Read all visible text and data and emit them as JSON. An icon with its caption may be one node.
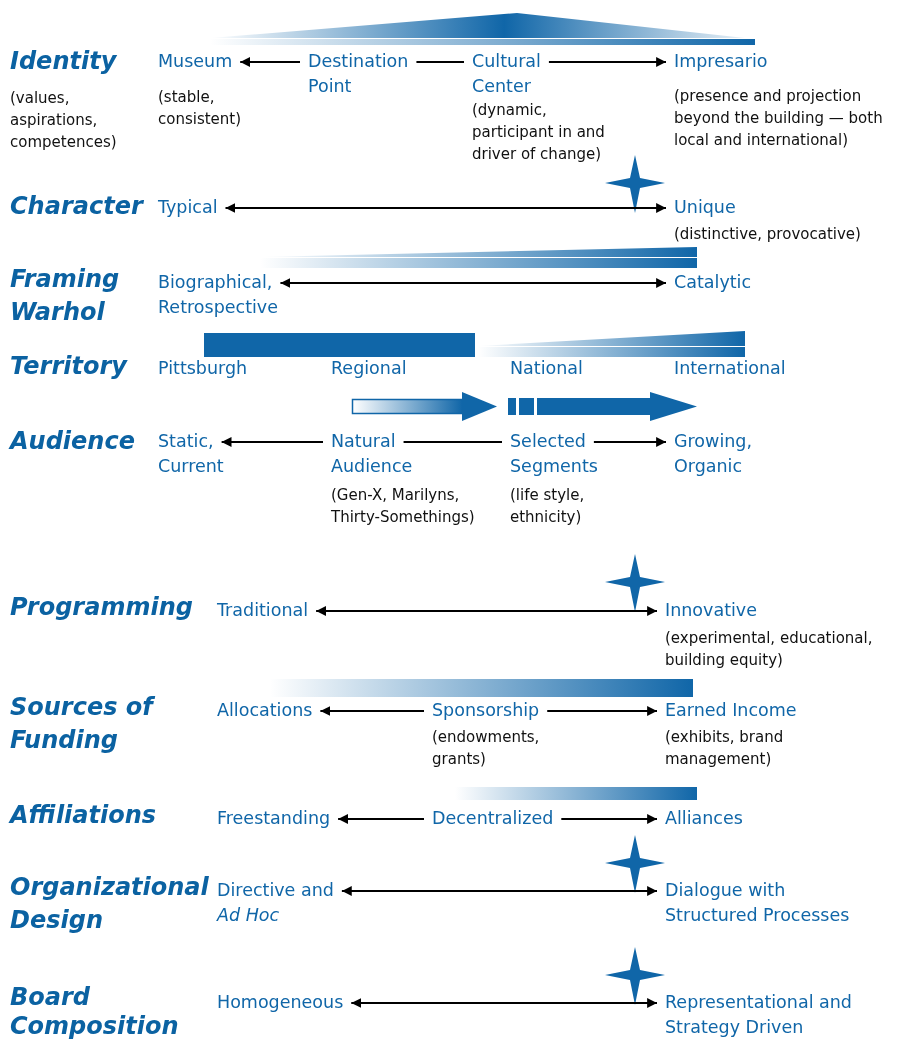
{
  "diagram": {
    "nodes": [
      {
        "text": [
          "Museum"
        ],
        "beside": [
          "(stable, consistent)"
        ]
      },
      {
        "text": [
          "Destination Point"
        ]
      },
      {
        "text": [
          "Cultural Center"
        ],
        "beside": [
          "(dynamic, participant in and driver of change)"
        ]
      },
      {
        "text": [
          "Impresario"
        ],
        "beside": [
          "(presence and projection beyond the building — both local and international)"
        ]
      },
      {
        "text": [
          "Typical"
        ]
      },
      {
        "text": [
          "Unique"
        ],
        "beside": [
          "(distinctive, provocative)"
        ]
      },
      {
        "text": [
          "Biographical, Retrospective"
        ]
      },
      {
        "text": [
          "Catalytic"
        ]
      },
      {
        "text": [
          "Static, Current"
        ]
      },
      {
        "text": [
          "Natural Audience"
        ],
        "beside": [
          "(Gen-X, Marilyns, Thirty-Somethings)"
        ]
      },
      {
        "text": [
          "Selected Segments"
        ],
        "beside": [
          "(life style, ethnicity)"
        ]
      },
      {
        "text": [
          "Growing, Organic"
        ]
      },
      {
        "text": [
          "Traditional"
        ]
      },
      {
        "text": [
          "Innovative"
        ],
        "beside": [
          "(experimental, educational, building equity)"
        ]
      },
      {
        "text": [
          "Allocations"
        ]
      },
      {
        "text": [
          "Sponsorship"
        ],
        "beside": [
          "(endowments, grants)"
        ]
      },
      {
        "text": [
          "Earned Income"
        ],
        "beside": [
          "(exhibits, brand management)"
        ]
      },
      {
        "text": [
          "Freestanding"
        ]
      },
      {
        "text": [
          "Decentralized"
        ]
      },
      {
        "text": [
          "Alliances"
        ]
      },
      {
        "text": [
          "Directive and *Ad Hoc*"
        ]
      },
      {
        "text": [
          "Dialogue with Structured Processes"
        ]
      },
      {
        "text": [
          "Homogeneous"
        ]
      },
      {
        "text": [
          "Representational and Strategy Driven"
        ]
      }
    ],
    "edges": [
      {
        "from": 1,
        "to": 0,
        "arrow": "to"
      },
      {
        "from": 1,
        "to": 2,
        "arrow": "none"
      },
      {
        "from": 2,
        "to": 3,
        "arrow": "to"
      },
      {
        "from": 4,
        "to": 5,
        "arrow": "both"
      },
      {
        "from": 6,
        "to": 7,
        "arrow": "both"
      },
      {
        "from": 9,
        "to": 8,
        "arrow": "to"
      },
      {
        "from": 9,
        "to": 10,
        "arrow": "none"
      },
      {
        "from": 10,
        "to": 11,
        "arrow": "to"
      },
      {
        "from": 12,
        "to": 13,
        "arrow": "both"
      },
      {
        "from": 15,
        "to": 14,
        "arrow": "to"
      },
      {
        "from": 15,
        "to": 16,
        "arrow": "to"
      },
      {
        "from": 18,
        "to": 17,
        "arrow": "to"
      },
      {
        "from": 18,
        "to": 19,
        "arrow": "to"
      },
      {
        "from": 20,
        "to": 21,
        "arrow": "both"
      },
      {
        "from": 22,
        "to": 23,
        "arrow": "both"
      }
    ],
    "labels": [
      "Identity",
      "(values, aspirations, competences)",
      "Character",
      "Framing Warhol",
      "Territory",
      "Pittsburgh",
      "Regional",
      "National",
      "International",
      "Audience",
      "Programming",
      "Sources of Funding",
      "Affiliations",
      "Organizational Design",
      "Board Composition"
    ]
  }
}
